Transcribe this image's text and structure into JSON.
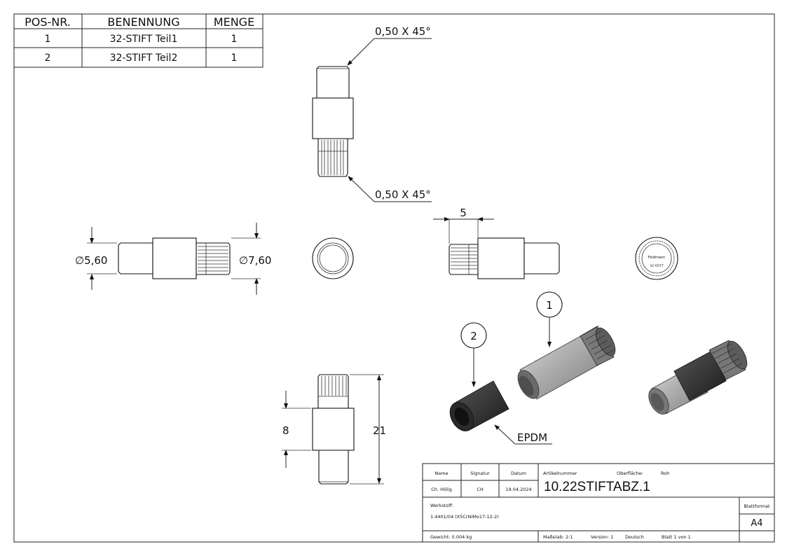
{
  "bom": {
    "headers": [
      "POS-NR.",
      "BENENNUNG",
      "MENGE"
    ],
    "rows": [
      {
        "pos": "1",
        "name": "32-STIFT Teil1",
        "qty": "1"
      },
      {
        "pos": "2",
        "name": "32-STIFT Teil2",
        "qty": "1"
      }
    ]
  },
  "annotations": {
    "chamfer_top": "0,50 X 45°",
    "chamfer_bottom": "0,50 X 45°",
    "dia_small": "∅5,60",
    "dia_large": "∅7,60",
    "knurl_len": "5",
    "sleeve_len": "8",
    "total_len": "21",
    "balloon_1": "1",
    "balloon_2": "2",
    "material_note": "EPDM",
    "stamp_line1": "Feldmann",
    "stamp_line2": "32-STIFT"
  },
  "title_block": {
    "name_label": "Name",
    "signature_label": "Signatur",
    "date_label": "Datum",
    "name": "Ch. Hölig",
    "signature": "CH",
    "date": "19.04.2024",
    "article_label": "Artikelnummer",
    "surface_label": "Oberfläche:",
    "surface": "Roh",
    "article_number": "10.22STIFTABZ.1",
    "material_label": "Werkstoff:",
    "material": "1.4401/04 (X5CrNiMo17-12-2)",
    "sheet_format_label": "Blattformat",
    "sheet_format": "A4",
    "weight": "Gewicht: 0.004 kg",
    "scale": "Maßstab: 2:1",
    "version": "Version: 1",
    "language": "Deutsch",
    "sheet": "Blatt 1 von 1"
  }
}
